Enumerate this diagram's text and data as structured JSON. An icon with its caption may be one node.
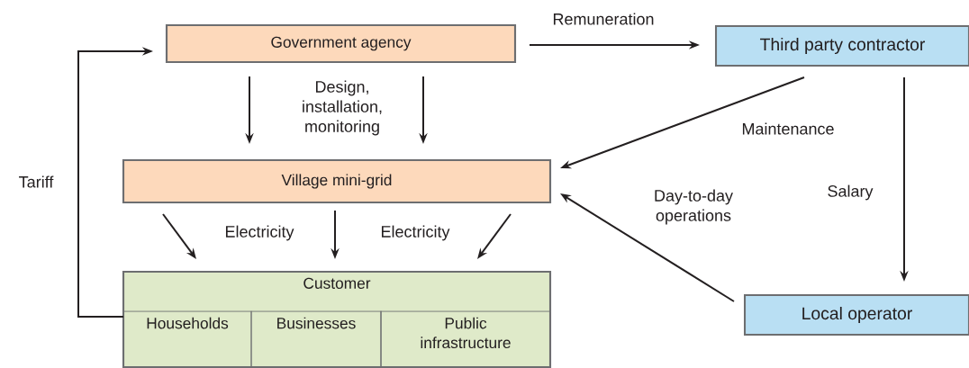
{
  "diagram": {
    "nodes": [
      {
        "text": [
          "Government agency"
        ]
      },
      {
        "text": [
          "Third party contractor"
        ]
      },
      {
        "text": [
          "Village mini-grid"
        ]
      },
      {
        "text": [
          "Customer"
        ]
      },
      {
        "text": [
          "Households"
        ],
        "in": 3
      },
      {
        "text": [
          "Businesses"
        ],
        "in": 3
      },
      {
        "text": [
          "Public infrastructure"
        ],
        "in": 3
      },
      {
        "text": [
          "Local operator"
        ]
      }
    ],
    "edges": [
      {
        "from": 0,
        "to": 2,
        "arrow": "to",
        "label": "Design, installation, monitoring"
      },
      {
        "from": 0,
        "to": 2,
        "arrow": "to"
      },
      {
        "from": 0,
        "to": 1,
        "arrow": "to",
        "label": "Remuneration"
      },
      {
        "from": 1,
        "to": 2,
        "arrow": "to",
        "label": "Maintenance"
      },
      {
        "from": 1,
        "to": 7,
        "arrow": "to",
        "label": "Salary"
      },
      {
        "from": 7,
        "to": 2,
        "arrow": "to",
        "label": "Day-to-day operations"
      },
      {
        "from": 2,
        "to": 3,
        "arrow": "to",
        "label": "Electricity"
      },
      {
        "from": 2,
        "to": 3,
        "arrow": "to"
      },
      {
        "from": 2,
        "to": 3,
        "arrow": "to",
        "label": "Electricity"
      },
      {
        "from": 3,
        "to": 0,
        "arrow": "to",
        "label": "Tariff"
      }
    ]
  }
}
